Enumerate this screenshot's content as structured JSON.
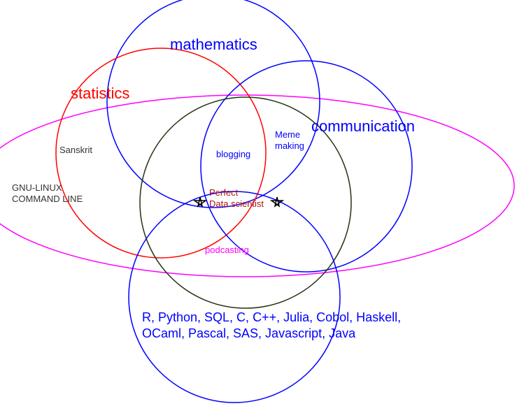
{
  "sets": {
    "mathematics": {
      "label": "mathematics",
      "color": "#0000ff"
    },
    "statistics": {
      "label": "statistics",
      "color": "#ff0000"
    },
    "communication": {
      "label": "communication",
      "color": "#0000ff"
    },
    "gnu_linux": {
      "label_line1": "GNU-LINUX",
      "label_line2": "COMMAND LINE",
      "color": "#ff00ff"
    },
    "center": {
      "color": "#223311"
    },
    "programming": {
      "label_line1": "R, Python, SQL, C, C++, Julia, Cobol, Haskell,",
      "label_line2": "OCaml, Pascal, SAS, Javascript, Java",
      "color": "#0000ff"
    }
  },
  "regions": {
    "sanskrit": "Sanskrit",
    "blogging": "blogging",
    "meme_line1": "Meme",
    "meme_line2": "making",
    "perfect_line1": "Perfect",
    "perfect_line2": "Data scientist",
    "podcasting": "podcasting"
  }
}
